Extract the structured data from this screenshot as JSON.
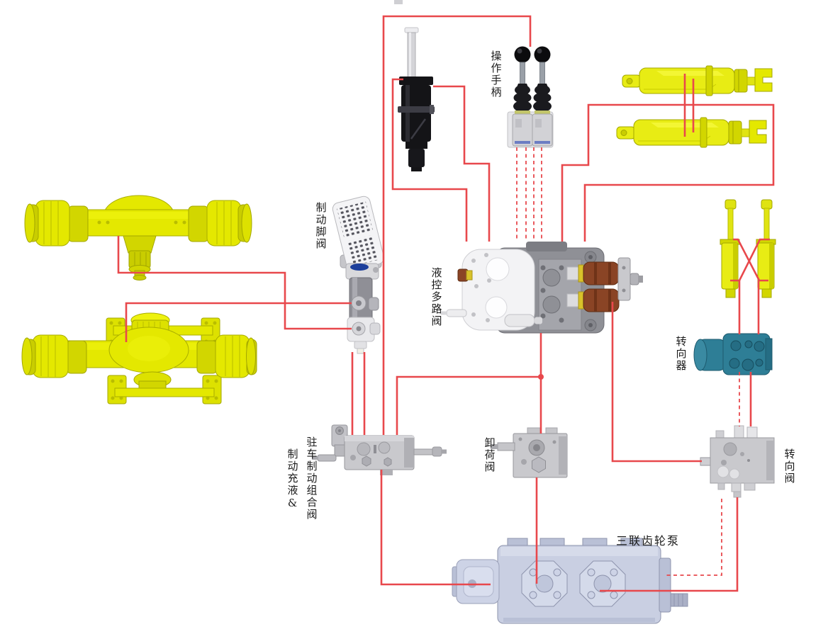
{
  "diagram": {
    "description": "Loader hydraulic system component connection schematic",
    "labels": {
      "operation_handle": "操作手柄",
      "brake_foot_valve": "制动脚阀",
      "pilot_multiway_valve": "液控多路阀",
      "steering_gear": "转向器",
      "steering_valve": "转向阀",
      "unloading_valve": "卸荷阀",
      "brake_fill": "制动充液&",
      "parking_brake_combo_valve": "驻车制动组合阀",
      "triple_gear_pump": "三联齿轮泵"
    },
    "colors": {
      "line": "#e8484c",
      "axle-yellow": "#e4e800",
      "cylinder-yellow": "#e8ec14",
      "steering-teal": "#2e7e96",
      "valve-grey": "#c9c9cd",
      "pump-grey": "#c9cfe2",
      "actuator-brown": "#8a4425",
      "joystick-black": "#141417",
      "background": "#ffffff"
    }
  }
}
